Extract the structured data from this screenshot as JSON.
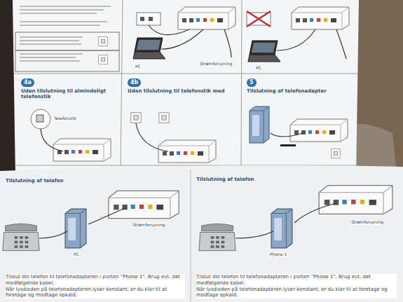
{
  "diagram": {
    "nodes": [
      {
        "text": [
          "4a",
          "Uden tilslutning til almindeligt telefonstik"
        ]
      },
      {
        "text": [
          "4b",
          "Uden tilslutning til telefonstik med"
        ]
      },
      {
        "text": [
          "5",
          "Tilslutning af telefonadapter"
        ]
      },
      {
        "text": [
          "Tilslutning af telefon",
          "Tilslut din telefon til telefonadapteren i porten \"Phone 1\". Brug evt. det medfølgende kabel.",
          "Når lysdioden på telefonadapteren lyser konstant, er du klar til at foretage og modtage opkald."
        ]
      },
      {
        "text": [
          "Tilslutning af telefon",
          "Tilslut din telefon til telefonadapteren i porten \"Phone 1\". Brug evt. det medfølgende kabel.",
          "Når lysdioden på telefonadapteren lyser konstant, er du klar til at foretage og modtage opkald."
        ]
      }
    ],
    "labels": [
      "PC",
      "Strømforsyning",
      "PC",
      "Telefonstik",
      "PC",
      "Strømforsyning",
      "Phone 1",
      "Strømforsyning"
    ]
  }
}
